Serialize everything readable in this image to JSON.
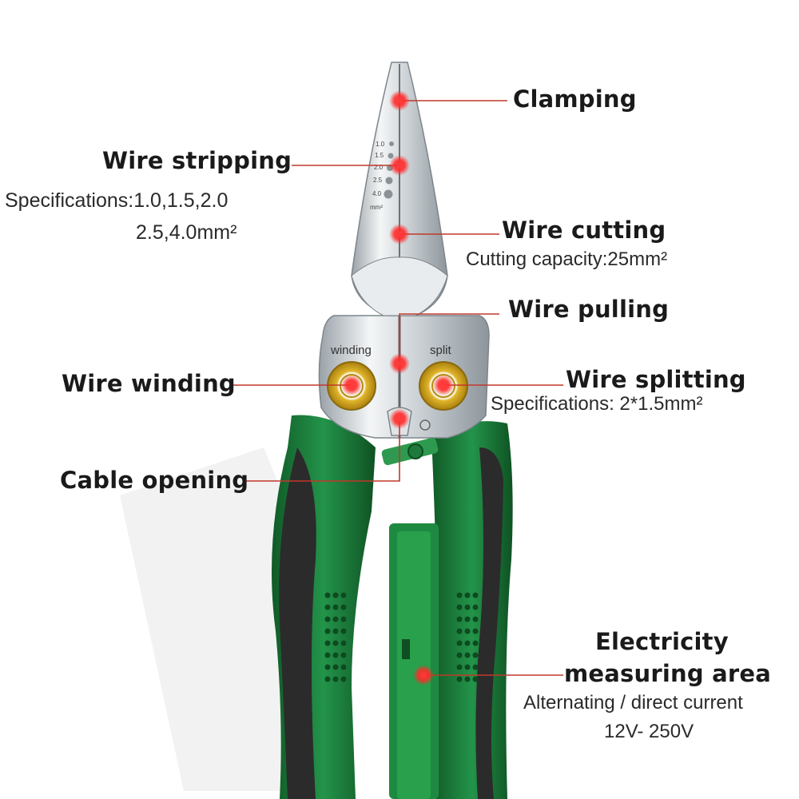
{
  "callouts": {
    "clamping": "Clamping",
    "wire_stripping": "Wire stripping",
    "wire_stripping_spec_1": "Specifications:1.0,1.5,2.0",
    "wire_stripping_spec_2": "2.5,4.0mm²",
    "wire_cutting": "Wire cutting",
    "wire_cutting_spec": "Cutting capacity:25mm²",
    "wire_pulling": "Wire pulling",
    "wire_winding": "Wire winding",
    "wire_splitting": "Wire splitting",
    "wire_splitting_spec": "Specifications: 2*1.5mm²",
    "cable_opening": "Cable opening",
    "electricity_1": "Electricity",
    "electricity_2": "measuring area",
    "electricity_spec_1": "Alternating / direct current",
    "electricity_spec_2": "12V- 250V"
  },
  "tool_labels": {
    "winding": "winding",
    "split": "split",
    "scale": [
      "1.0",
      "1.5",
      "2.0",
      "2.5",
      "4.0"
    ],
    "unit": "mm²"
  },
  "colors": {
    "handle_green": "#1f7a3a",
    "handle_dark": "#2b2b2b",
    "steel": "#d9dde0",
    "ring_gold": "#d9a81e",
    "marker_red": "#e8232c",
    "leader_line": "#c0392b"
  }
}
